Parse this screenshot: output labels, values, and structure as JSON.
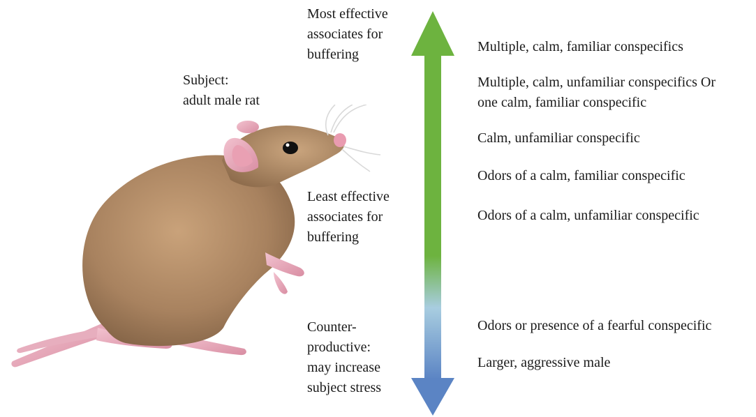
{
  "subject": {
    "line1": "Subject:",
    "line2": "adult male rat"
  },
  "scale": {
    "top": {
      "lines": [
        "Most effective",
        "associates for",
        "buffering"
      ]
    },
    "middle": {
      "lines": [
        "Least effective",
        "associates for",
        "buffering"
      ]
    },
    "bottom": {
      "lines": [
        "Counter-",
        "productive:",
        "may increase",
        "subject stress"
      ]
    },
    "arrow_colors": {
      "top": "#6db33f",
      "bottom": "#5b84c4"
    }
  },
  "associates": [
    {
      "lines": [
        "Multiple, calm, familiar conspecifics"
      ]
    },
    {
      "lines": [
        "Multiple, calm, unfamiliar conspecifics Or",
        "one calm, familiar conspecific"
      ]
    },
    {
      "lines": [
        "Calm, unfamiliar conspecific"
      ]
    },
    {
      "lines": [
        "Odors of a calm, familiar conspecific"
      ]
    },
    {
      "lines": [
        "Odors of a calm, unfamiliar conspecific"
      ]
    },
    {
      "lines": [
        "Odors or presence of a fearful conspecific"
      ]
    },
    {
      "lines": [
        "Larger, aggressive male"
      ]
    }
  ]
}
